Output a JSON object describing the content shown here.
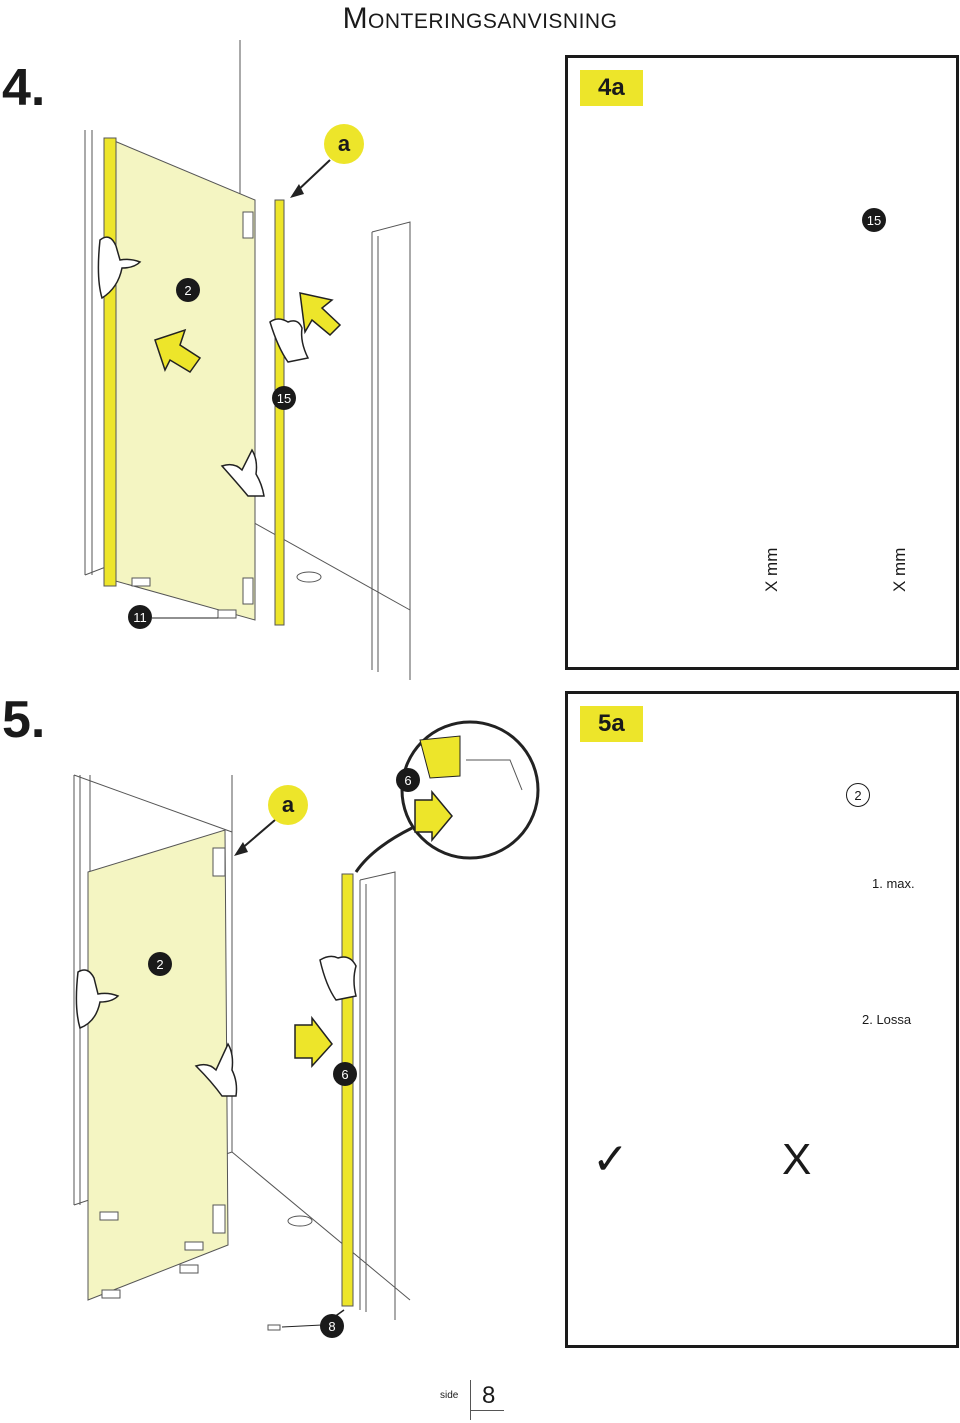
{
  "header": {
    "title": "Monteringsanvisning"
  },
  "step4": {
    "number": "4.",
    "callout_letter": "a",
    "part_badges": {
      "glass": "2",
      "profile": "15",
      "block": "11"
    },
    "panel": {
      "tag": "4a",
      "badge": "15",
      "dimension_left": "X mm",
      "dimension_right": "X mm",
      "warning_icon": "warning-triangle-icon"
    }
  },
  "step5": {
    "number": "5.",
    "callout_letter": "a",
    "part_badges": {
      "glass": "2",
      "profile": "6",
      "detail": "6",
      "screw": "8"
    },
    "panel": {
      "tag": "5a",
      "badge": "2",
      "step1": "1. max.",
      "step2": "2. Lossa",
      "correct_mark": "✓",
      "wrong_mark": "X"
    }
  },
  "footer": {
    "side_label": "side",
    "page_number": "8"
  },
  "colors": {
    "accent_yellow": "#ede52a",
    "glass_tint": "#f4f5c2",
    "line": "#1a1a1a"
  }
}
